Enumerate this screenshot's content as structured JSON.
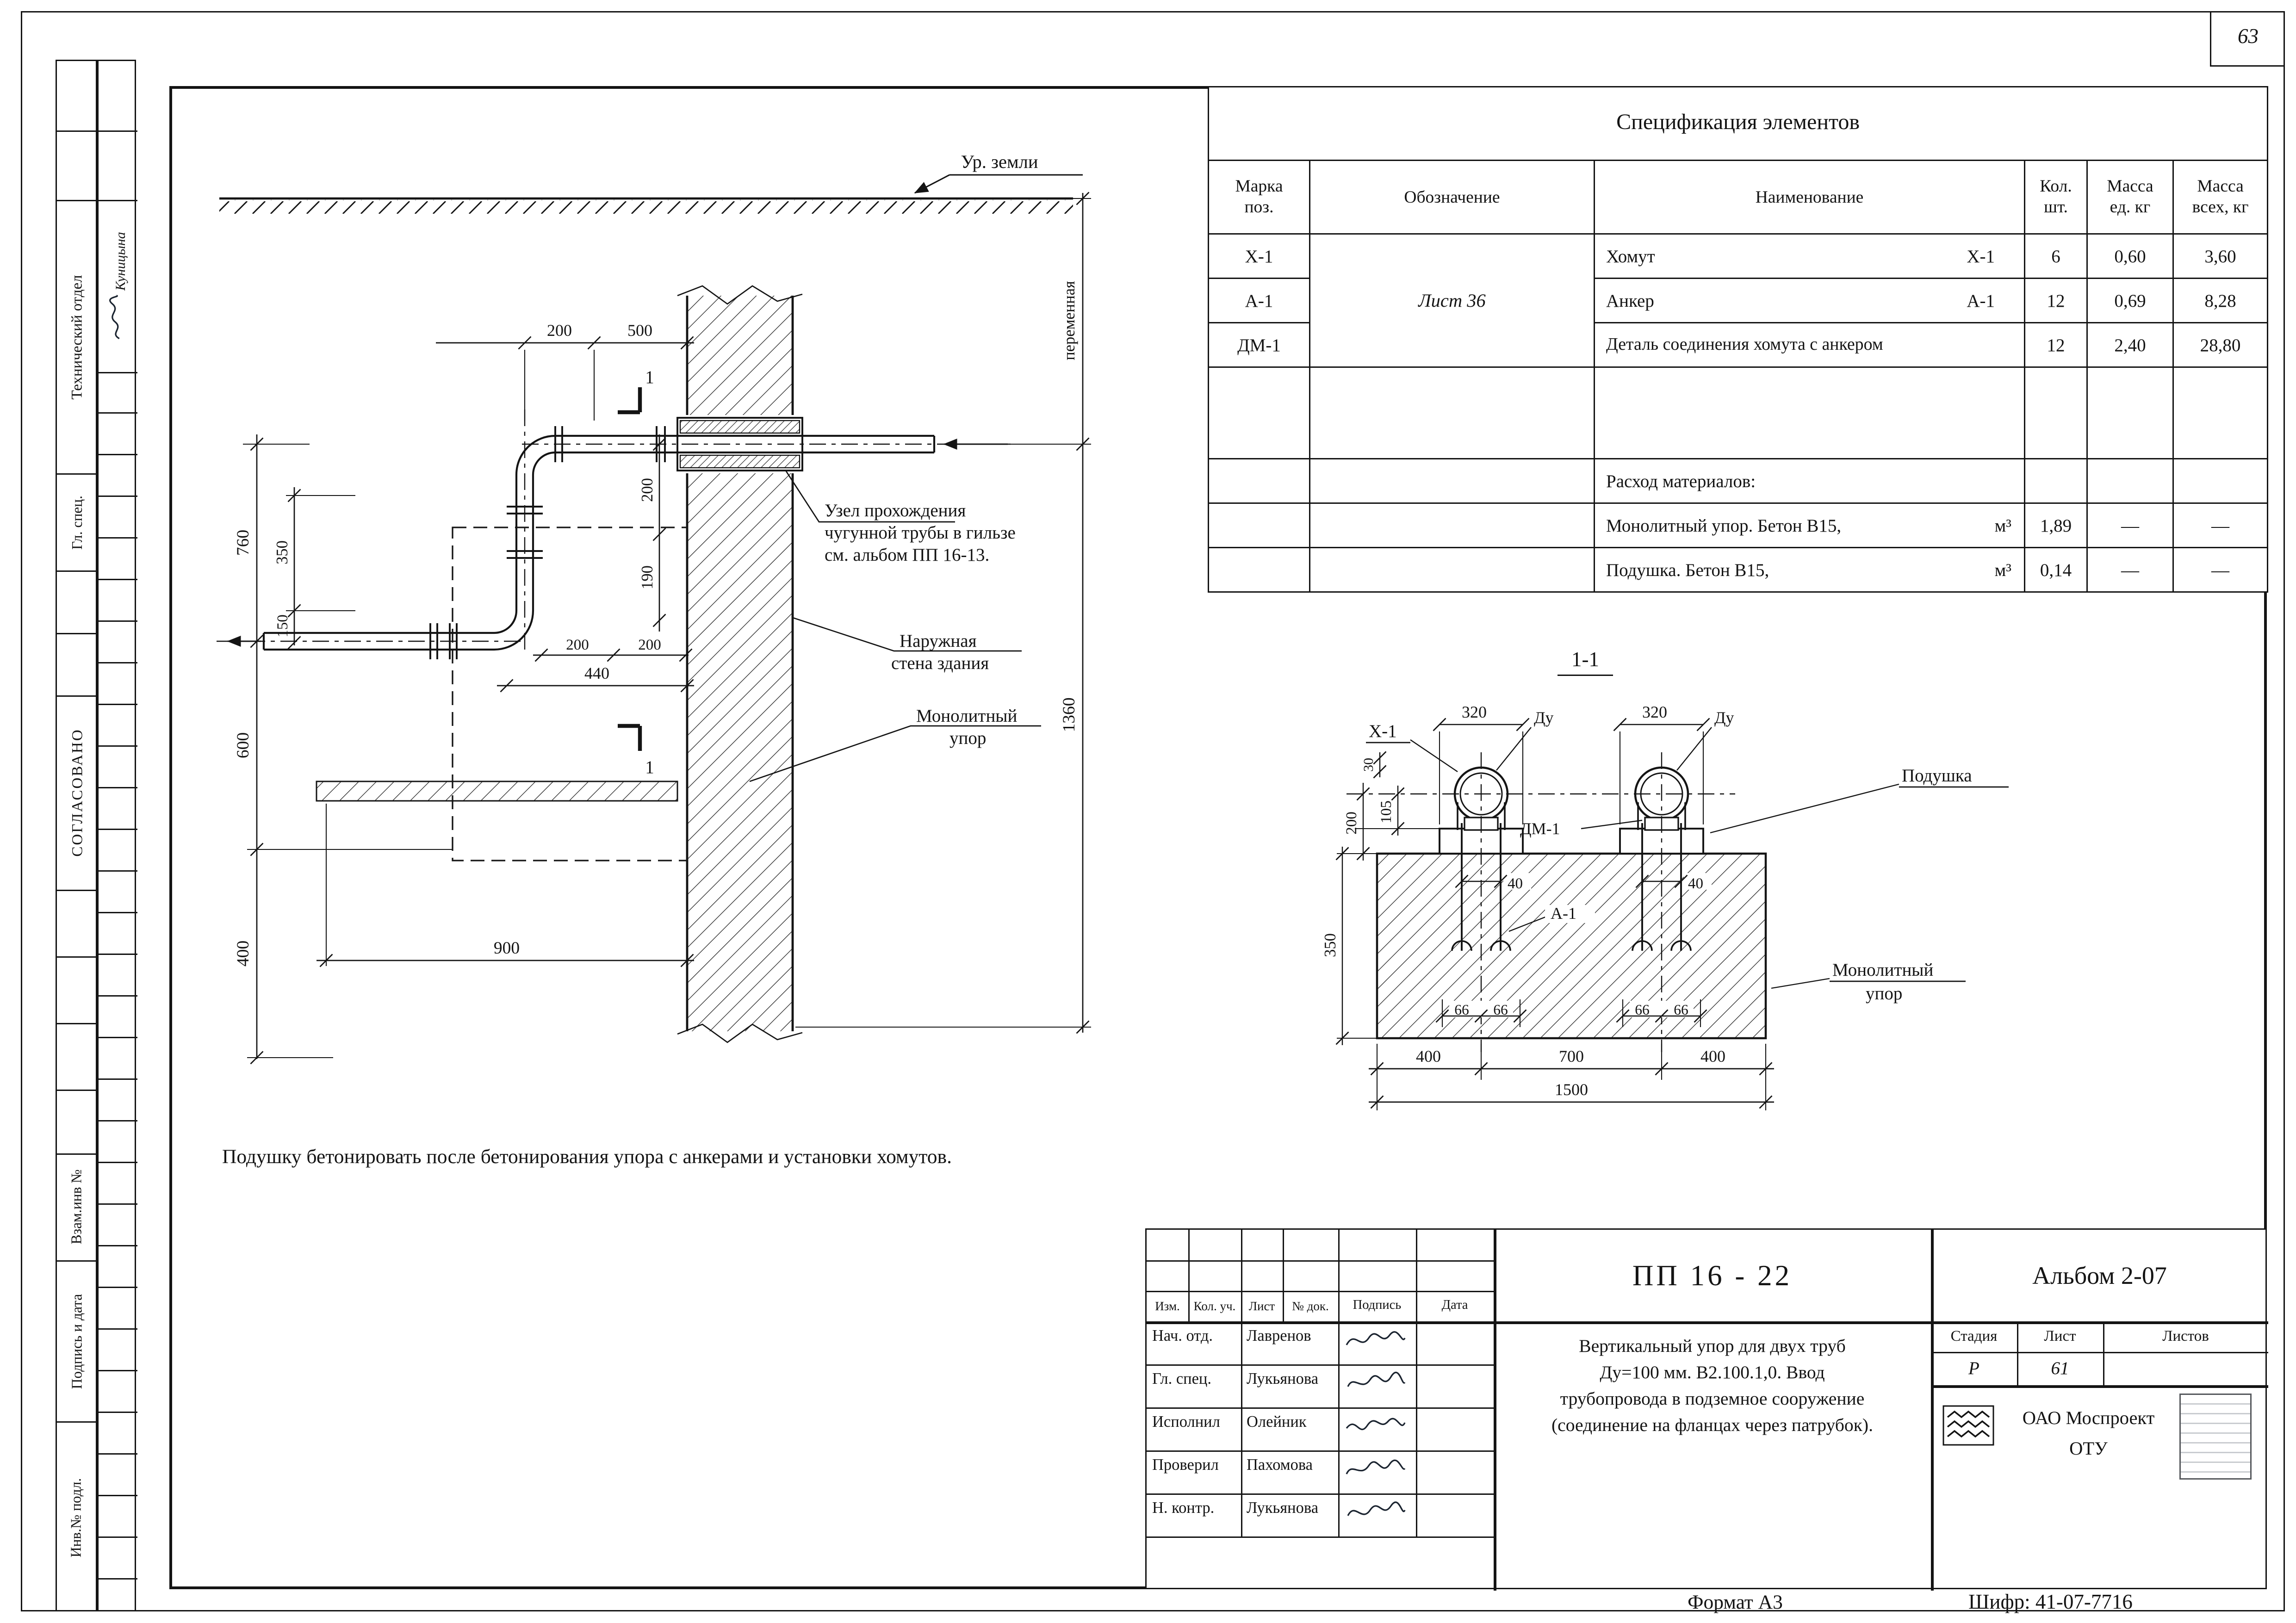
{
  "page": {
    "number": "63",
    "format_label": "Формат А3",
    "cipher_label": "Шифр: 41-07-7716"
  },
  "margin": {
    "dept": "Технический отдел",
    "dept_sign": "Куницына",
    "chief": "Гл. спец.",
    "agreed": "СОГЛАСОВАНО",
    "vzam": "Взам.инв №",
    "podpis": "Подпись и дата",
    "inv": "Инв.№ подл."
  },
  "spec": {
    "title": "Спецификация элементов",
    "h_mark1": "Марка",
    "h_mark2": "поз.",
    "h_designation": "Обозначение",
    "h_name": "Наименование",
    "h_qty1": "Кол.",
    "h_qty2": "шт.",
    "h_mu1": "Масса",
    "h_mu2": "ед. кг",
    "h_mt1": "Масса",
    "h_mt2": "всех, кг",
    "rows": [
      {
        "mark": "Х-1",
        "designation": "Лист 36",
        "name": "Хомут",
        "tag": "Х-1",
        "qty": "6",
        "mu": "0,60",
        "mt": "3,60"
      },
      {
        "mark": "А-1",
        "name": "Анкер",
        "tag": "А-1",
        "qty": "12",
        "mu": "0,69",
        "mt": "8,28"
      },
      {
        "mark": "ДМ-1",
        "name": "Деталь соединения хомута с анкером",
        "tag": "",
        "qty": "12",
        "mu": "2,40",
        "mt": "28,80"
      }
    ],
    "materials_title": "Расход материалов:",
    "materials": [
      {
        "name": "Монолитный упор. Бетон В15,",
        "unit": "м³",
        "qty": "1,89",
        "mu": "—",
        "mt": "—"
      },
      {
        "name": "Подушка. Бетон В15,",
        "unit": "м³",
        "qty": "0,14",
        "mu": "—",
        "mt": "—"
      }
    ]
  },
  "plan": {
    "ground": "Ур. земли",
    "dim_200t": "200",
    "dim_500": "500",
    "dim_760": "760",
    "dim_350": "350",
    "dim_150": "150",
    "dim_600": "600",
    "dim_400": "400",
    "dim_190": "190",
    "dim_200v": "200",
    "dim_200a": "200",
    "dim_200b": "200",
    "dim_440": "440",
    "dim_900": "900",
    "dim_1360": "1360",
    "dim_var": "переменная",
    "sec_mark": "1",
    "note_unit1": "Узел прохождения",
    "note_unit2": "чугунной трубы в гильзе",
    "note_unit3": "см. альбом ПП 16-13.",
    "wall1": "Наружная",
    "wall2": "стена здания",
    "support1": "Монолитный",
    "support2": "упор"
  },
  "section": {
    "title": "1-1",
    "x1": "Х-1",
    "du": "Ду",
    "dim_320": "320",
    "pad": "Подушка",
    "dm1": "ДМ-1",
    "a1": "А-1",
    "support1": "Монолитный",
    "support2": "упор",
    "dim_30": "30",
    "dim_200": "200",
    "dim_105": "105",
    "dim_350": "350",
    "dim_40": "40",
    "dim_66": "66",
    "dim_400": "400",
    "dim_700": "700",
    "dim_1500": "1500"
  },
  "note": "Подушку бетонировать после бетонирования упора с анкерами и установки хомутов.",
  "titleblock": {
    "code": "ПП  16 - 22",
    "album": "Альбом 2-07",
    "cols": [
      "Изм.",
      "Кол. уч.",
      "Лист",
      "№ док.",
      "Подпись",
      "Дата"
    ],
    "rows": [
      {
        "role": "Нач. отд.",
        "name": "Лавренов"
      },
      {
        "role": "Гл. спец.",
        "name": "Лукьянова"
      },
      {
        "role": "Исполнил",
        "name": "Олейник"
      },
      {
        "role": "Проверил",
        "name": "Пахомова"
      },
      {
        "role": "Н. контр.",
        "name": "Лукьянова"
      }
    ],
    "title_lines": [
      "Вертикальный упор для двух труб",
      "Ду=100 мм. В2.100.1,0.  Ввод",
      "трубопровода в подземное сооружение",
      "(соединение на фланцах через патрубок)."
    ],
    "stage_h": [
      "Стадия",
      "Лист",
      "Листов"
    ],
    "stage_v": [
      "Р",
      "61"
    ],
    "org1": "ОАО Моспроект",
    "org2": "ОТУ"
  }
}
